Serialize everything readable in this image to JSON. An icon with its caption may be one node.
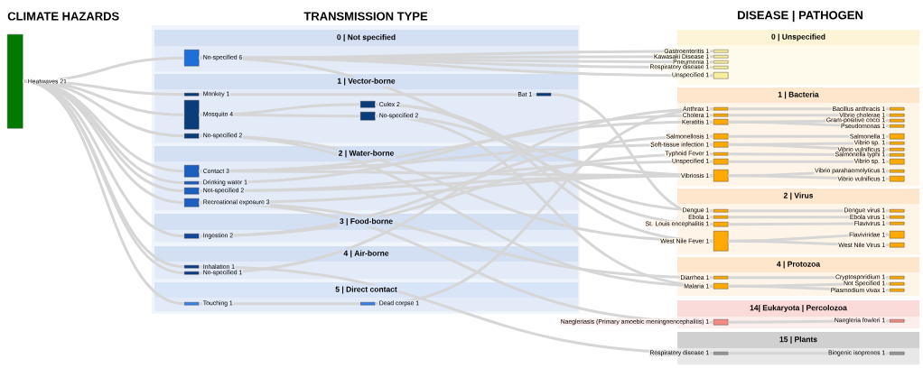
{
  "diagram": {
    "nodes": [
      {
        "text": [],
        "shape": "bar",
        "beside": [
          "Heatwaves 21"
        ]
      },
      {
        "text": [
          "0 | Not specified"
        ]
      },
      {
        "text": [],
        "shape": "bar",
        "beside": [
          "No-specified 6"
        ],
        "in": 1
      },
      {
        "text": [
          "1 | Vector-borne"
        ]
      },
      {
        "text": [],
        "shape": "bar",
        "beside": [
          "Monkey 1"
        ],
        "in": 3
      },
      {
        "text": [],
        "shape": "bar",
        "beside": [
          "Mosquito 4"
        ],
        "in": 3
      },
      {
        "text": [],
        "shape": "bar",
        "beside": [
          "No-specified 2"
        ],
        "in": 3
      },
      {
        "text": [],
        "shape": "bar",
        "beside": [
          "Culex 2"
        ],
        "in": 3
      },
      {
        "text": [],
        "shape": "bar",
        "beside": [
          "No-specified 2"
        ],
        "in": 3
      },
      {
        "text": [],
        "shape": "bar",
        "beside": [
          "Bat 1"
        ],
        "in": 3
      },
      {
        "text": [
          "2 | Water-borne"
        ]
      },
      {
        "text": [],
        "shape": "bar",
        "beside": [
          "Contact 3"
        ],
        "in": 10
      },
      {
        "text": [],
        "shape": "bar",
        "beside": [
          "Drinking water 1"
        ],
        "in": 10
      },
      {
        "text": [],
        "shape": "bar",
        "beside": [
          "Not-specified 2"
        ],
        "in": 10
      },
      {
        "text": [],
        "shape": "bar",
        "beside": [
          "Recreational exposure 3"
        ],
        "in": 10
      },
      {
        "text": [
          "3 | Food-borne"
        ]
      },
      {
        "text": [],
        "shape": "bar",
        "beside": [
          "Ingestion 2"
        ],
        "in": 15
      },
      {
        "text": [
          "4 | Air-borne"
        ]
      },
      {
        "text": [],
        "shape": "bar",
        "beside": [
          "Inhalation 1"
        ],
        "in": 17
      },
      {
        "text": [],
        "shape": "bar",
        "beside": [
          "No-specified 1"
        ],
        "in": 17
      },
      {
        "text": [
          "5 | Direct contact"
        ]
      },
      {
        "text": [],
        "shape": "bar",
        "beside": [
          "Touching 1"
        ],
        "in": 20
      },
      {
        "text": [],
        "shape": "bar",
        "beside": [
          "Dead corpse 1"
        ],
        "in": 20
      },
      {
        "text": [
          "0 | Unspecified"
        ]
      },
      {
        "text": [],
        "shape": "bar",
        "beside": [
          "Gastroenteritis 1"
        ],
        "in": 23
      },
      {
        "text": [],
        "shape": "bar",
        "beside": [
          "Kawasaki Disease 1"
        ],
        "in": 23
      },
      {
        "text": [],
        "shape": "bar",
        "beside": [
          "Pneumonia 1"
        ],
        "in": 23
      },
      {
        "text": [],
        "shape": "bar",
        "beside": [
          "Respiratory disease 1"
        ],
        "in": 23
      },
      {
        "text": [],
        "shape": "bar",
        "beside": [
          "Unspecified 1"
        ],
        "in": 23
      },
      {
        "text": [
          "1 | Bacteria"
        ]
      },
      {
        "text": [],
        "shape": "bar",
        "beside": [
          "Anthrax 1"
        ],
        "in": 29
      },
      {
        "text": [],
        "shape": "bar",
        "beside": [
          "Cholera 1"
        ],
        "in": 29
      },
      {
        "text": [],
        "shape": "bar",
        "beside": [
          "Keratitis 1"
        ],
        "in": 29
      },
      {
        "text": [],
        "shape": "bar",
        "beside": [
          "Salmonellosis 1"
        ],
        "in": 29
      },
      {
        "text": [],
        "shape": "bar",
        "beside": [
          "Soft-tissue infection 1"
        ],
        "in": 29
      },
      {
        "text": [],
        "shape": "bar",
        "beside": [
          "Typhoid Fever 1"
        ],
        "in": 29
      },
      {
        "text": [],
        "shape": "bar",
        "beside": [
          "Unspecified 1"
        ],
        "in": 29
      },
      {
        "text": [],
        "shape": "bar",
        "beside": [
          "Vibriosis 1"
        ],
        "in": 29
      },
      {
        "text": [],
        "shape": "bar",
        "beside": [
          "Bacillus anthracis 1"
        ],
        "in": 29
      },
      {
        "text": [],
        "shape": "bar",
        "beside": [
          "Vibrio cholerae 1"
        ],
        "in": 29
      },
      {
        "text": [],
        "shape": "bar",
        "beside": [
          "Gram-positive cocci 1"
        ],
        "in": 29
      },
      {
        "text": [],
        "shape": "bar",
        "beside": [
          "Pseudomonas 1"
        ],
        "in": 29
      },
      {
        "text": [],
        "shape": "bar",
        "beside": [
          "Salmonella 1"
        ],
        "in": 29
      },
      {
        "text": [],
        "shape": "bar",
        "beside": [
          "Vibrio sp. 1"
        ],
        "in": 29
      },
      {
        "text": [],
        "shape": "bar",
        "beside": [
          "Vibrio vulnificus 1"
        ],
        "in": 29
      },
      {
        "text": [],
        "shape": "bar",
        "beside": [
          "Salmonella typhi 1"
        ],
        "in": 29
      },
      {
        "text": [],
        "shape": "bar",
        "beside": [
          "Vibrio sp. 1"
        ],
        "in": 29
      },
      {
        "text": [],
        "shape": "bar",
        "beside": [
          "Vibrio parahaemolyticus 1"
        ],
        "in": 29
      },
      {
        "text": [],
        "shape": "bar",
        "beside": [
          "Vibrio vulnificus 1"
        ],
        "in": 29
      },
      {
        "text": [
          "2 | Virus"
        ]
      },
      {
        "text": [],
        "shape": "bar",
        "beside": [
          "Dengue 1"
        ],
        "in": 49
      },
      {
        "text": [],
        "shape": "bar",
        "beside": [
          "Ebola 1"
        ],
        "in": 49
      },
      {
        "text": [],
        "shape": "bar",
        "beside": [
          "St. Louis encephalitis 1"
        ],
        "in": 49
      },
      {
        "text": [],
        "shape": "bar",
        "beside": [
          "West Nile Fever 1"
        ],
        "in": 49
      },
      {
        "text": [],
        "shape": "bar",
        "beside": [
          "Dengue virus 1"
        ],
        "in": 49
      },
      {
        "text": [],
        "shape": "bar",
        "beside": [
          "Ebola virus 1"
        ],
        "in": 49
      },
      {
        "text": [],
        "shape": "bar",
        "beside": [
          "Flavivirus 1"
        ],
        "in": 49
      },
      {
        "text": [],
        "shape": "bar",
        "beside": [
          "Flaviviridae 1"
        ],
        "in": 49
      },
      {
        "text": [],
        "shape": "bar",
        "beside": [
          "West Nile Virus 1"
        ],
        "in": 49
      },
      {
        "text": [
          "4 | Protozoa"
        ]
      },
      {
        "text": [],
        "shape": "bar",
        "beside": [
          "Diarrhea 1"
        ],
        "in": 59
      },
      {
        "text": [],
        "shape": "bar",
        "beside": [
          "Malaria 1"
        ],
        "in": 59
      },
      {
        "text": [],
        "shape": "bar",
        "beside": [
          "Cryptosporidium 1"
        ],
        "in": 59
      },
      {
        "text": [],
        "shape": "bar",
        "beside": [
          "Not Specified 1"
        ],
        "in": 59
      },
      {
        "text": [],
        "shape": "bar",
        "beside": [
          "Plasmodium vivax 1"
        ],
        "in": 59
      },
      {
        "text": [
          "14| Eukaryota  |  Percolozoa"
        ]
      },
      {
        "text": [],
        "shape": "bar",
        "beside": [
          "Naegleriasis (Primary amoebic meningoencephalitis) 1"
        ],
        "in": 65
      },
      {
        "text": [],
        "shape": "bar",
        "beside": [
          "Naegleria fowleri 1"
        ],
        "in": 65
      },
      {
        "text": [
          "15 | Plants"
        ]
      },
      {
        "text": [],
        "shape": "bar",
        "beside": [
          "Respiratory disease 1"
        ],
        "in": 68
      },
      {
        "text": [],
        "shape": "bar",
        "beside": [
          "Biogenic isoprenes 1"
        ],
        "in": 68
      }
    ],
    "edges": [
      {
        "from": 0,
        "to": 2,
        "arrow": "none"
      },
      {
        "from": 0,
        "to": 4,
        "arrow": "none"
      },
      {
        "from": 0,
        "to": 5,
        "arrow": "none"
      },
      {
        "from": 0,
        "to": 6,
        "arrow": "none"
      },
      {
        "from": 0,
        "to": 11,
        "arrow": "none"
      },
      {
        "from": 0,
        "to": 12,
        "arrow": "none"
      },
      {
        "from": 0,
        "to": 13,
        "arrow": "none"
      },
      {
        "from": 0,
        "to": 14,
        "arrow": "none"
      },
      {
        "from": 0,
        "to": 16,
        "arrow": "none"
      },
      {
        "from": 0,
        "to": 18,
        "arrow": "none"
      },
      {
        "from": 0,
        "to": 19,
        "arrow": "none"
      },
      {
        "from": 0,
        "to": 21,
        "arrow": "none"
      },
      {
        "from": 5,
        "to": 7,
        "arrow": "none"
      },
      {
        "from": 5,
        "to": 8,
        "arrow": "none"
      },
      {
        "from": 4,
        "to": 9,
        "arrow": "none"
      },
      {
        "from": 21,
        "to": 22,
        "arrow": "none"
      },
      {
        "from": 2,
        "to": 24,
        "arrow": "none"
      },
      {
        "from": 2,
        "to": 25,
        "arrow": "none"
      },
      {
        "from": 2,
        "to": 26,
        "arrow": "none"
      },
      {
        "from": 2,
        "to": 27,
        "arrow": "none"
      },
      {
        "from": 2,
        "to": 28,
        "arrow": "none"
      },
      {
        "from": 2,
        "to": 37,
        "arrow": "none"
      },
      {
        "from": 9,
        "to": 51,
        "arrow": "none"
      },
      {
        "from": 7,
        "to": 52,
        "arrow": "none"
      },
      {
        "from": 7,
        "to": 53,
        "arrow": "none"
      },
      {
        "from": 8,
        "to": 50,
        "arrow": "none"
      },
      {
        "from": 8,
        "to": 61,
        "arrow": "none"
      },
      {
        "from": 6,
        "to": 53,
        "arrow": "none"
      },
      {
        "from": 6,
        "to": 61,
        "arrow": "none"
      },
      {
        "from": 11,
        "to": 32,
        "arrow": "none"
      },
      {
        "from": 11,
        "to": 34,
        "arrow": "none"
      },
      {
        "from": 11,
        "to": 37,
        "arrow": "none"
      },
      {
        "from": 12,
        "to": 31,
        "arrow": "none"
      },
      {
        "from": 13,
        "to": 36,
        "arrow": "none"
      },
      {
        "from": 13,
        "to": 37,
        "arrow": "none"
      },
      {
        "from": 14,
        "to": 66,
        "arrow": "none"
      },
      {
        "from": 14,
        "to": 60,
        "arrow": "none"
      },
      {
        "from": 14,
        "to": 37,
        "arrow": "none"
      },
      {
        "from": 16,
        "to": 33,
        "arrow": "none"
      },
      {
        "from": 16,
        "to": 35,
        "arrow": "none"
      },
      {
        "from": 18,
        "to": 69,
        "arrow": "none"
      },
      {
        "from": 19,
        "to": 30,
        "arrow": "none"
      },
      {
        "from": 22,
        "to": 30,
        "arrow": "none"
      },
      {
        "from": 30,
        "to": 38,
        "arrow": "none"
      },
      {
        "from": 31,
        "to": 39,
        "arrow": "none"
      },
      {
        "from": 32,
        "to": 40,
        "arrow": "none"
      },
      {
        "from": 32,
        "to": 41,
        "arrow": "none"
      },
      {
        "from": 33,
        "to": 42,
        "arrow": "none"
      },
      {
        "from": 34,
        "to": 43,
        "arrow": "none"
      },
      {
        "from": 34,
        "to": 44,
        "arrow": "none"
      },
      {
        "from": 35,
        "to": 45,
        "arrow": "none"
      },
      {
        "from": 36,
        "to": 46,
        "arrow": "none"
      },
      {
        "from": 37,
        "to": 47,
        "arrow": "none"
      },
      {
        "from": 37,
        "to": 48,
        "arrow": "none"
      },
      {
        "from": 50,
        "to": 54,
        "arrow": "none"
      },
      {
        "from": 51,
        "to": 55,
        "arrow": "none"
      },
      {
        "from": 52,
        "to": 56,
        "arrow": "none"
      },
      {
        "from": 53,
        "to": 57,
        "arrow": "none"
      },
      {
        "from": 53,
        "to": 58,
        "arrow": "none"
      },
      {
        "from": 60,
        "to": 62,
        "arrow": "none"
      },
      {
        "from": 61,
        "to": 63,
        "arrow": "none"
      },
      {
        "from": 61,
        "to": 64,
        "arrow": "none"
      },
      {
        "from": 66,
        "to": 67,
        "arrow": "none"
      },
      {
        "from": 69,
        "to": 70,
        "arrow": "none"
      }
    ],
    "labels": [
      "CLIMATE HAZARDS",
      "TRANSMISSION TYPE",
      "DISEASE | PATHOGEN"
    ]
  }
}
